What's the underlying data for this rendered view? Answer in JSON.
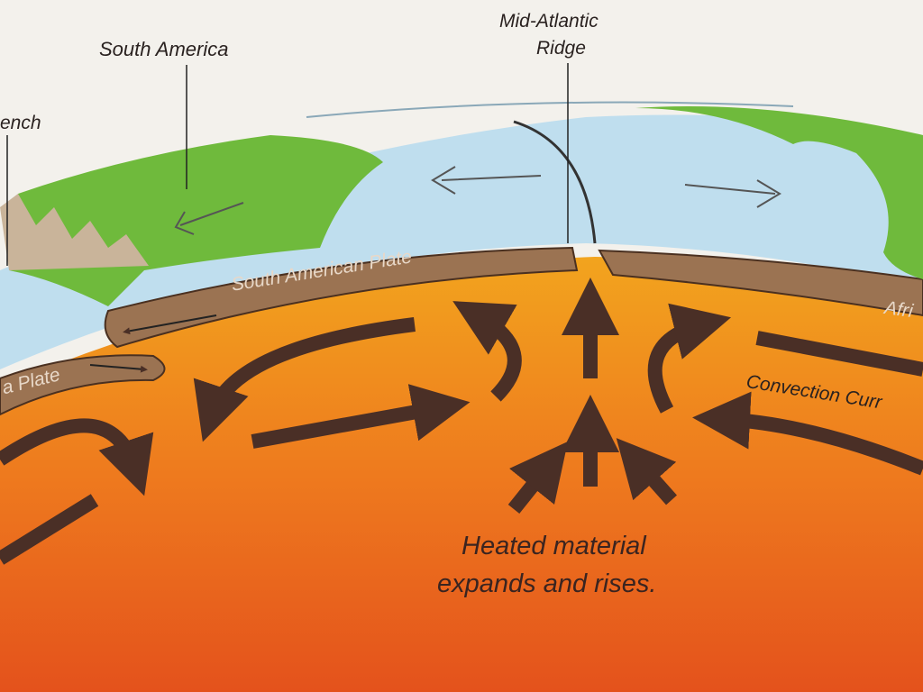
{
  "labels": {
    "south_america": "South America",
    "mid_atlantic_ridge_line1": "Mid-Atlantic",
    "mid_atlantic_ridge_line2": "Ridge",
    "trench": "ench",
    "south_american_plate": "South American Plate",
    "nazca_plate": "a Plate",
    "african_plate": "Afri",
    "convection_current": "Convection Curr",
    "heated_line1": "Heated material",
    "heated_line2": "expands and rises."
  },
  "colors": {
    "mantle_top": "#f0a020",
    "mantle_bottom": "#e85a1c",
    "plate": "#9a7050",
    "ocean": "#bcdcec",
    "land": "#6cb83a",
    "arrow": "#4a2f26"
  }
}
